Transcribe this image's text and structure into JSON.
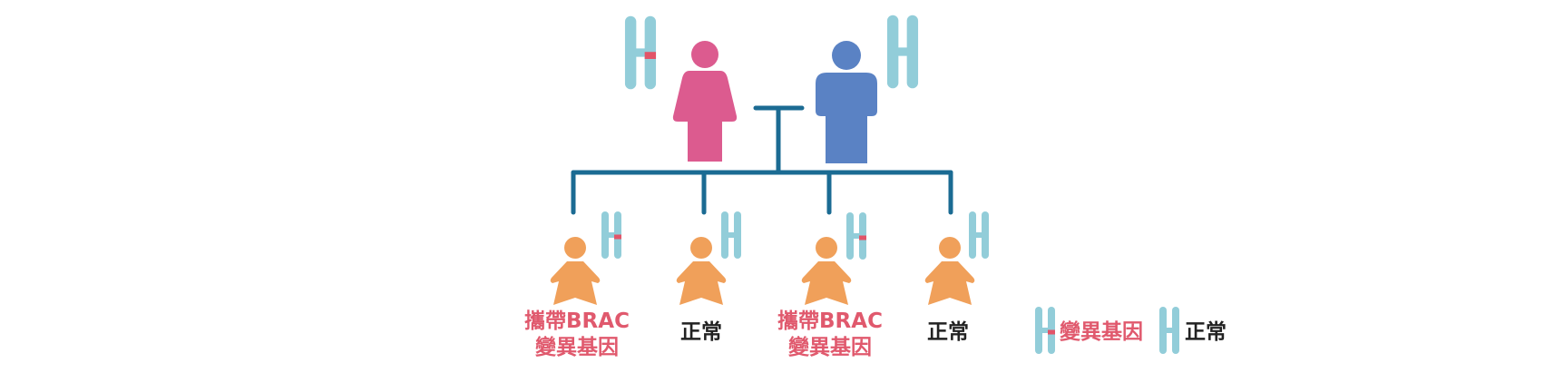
{
  "colors": {
    "mother": "#dc5b8f",
    "father": "#5a82c4",
    "child": "#f0a05a",
    "chromosome": "#92cdd9",
    "mutation": "#e25468",
    "tree": "#1b6b93",
    "carrier_text": "#e0596d",
    "normal_text": "#222222"
  },
  "children": [
    {
      "status": "carrier",
      "label_line1": "攜帶BRAC",
      "label_line2": "變異基因"
    },
    {
      "status": "normal",
      "label_line1": "正常"
    },
    {
      "status": "carrier",
      "label_line1": "攜帶BRAC",
      "label_line2": "變異基因"
    },
    {
      "status": "normal",
      "label_line1": "正常"
    }
  ],
  "legend": {
    "mutation_label": "變異基因",
    "normal_label": "正常"
  }
}
